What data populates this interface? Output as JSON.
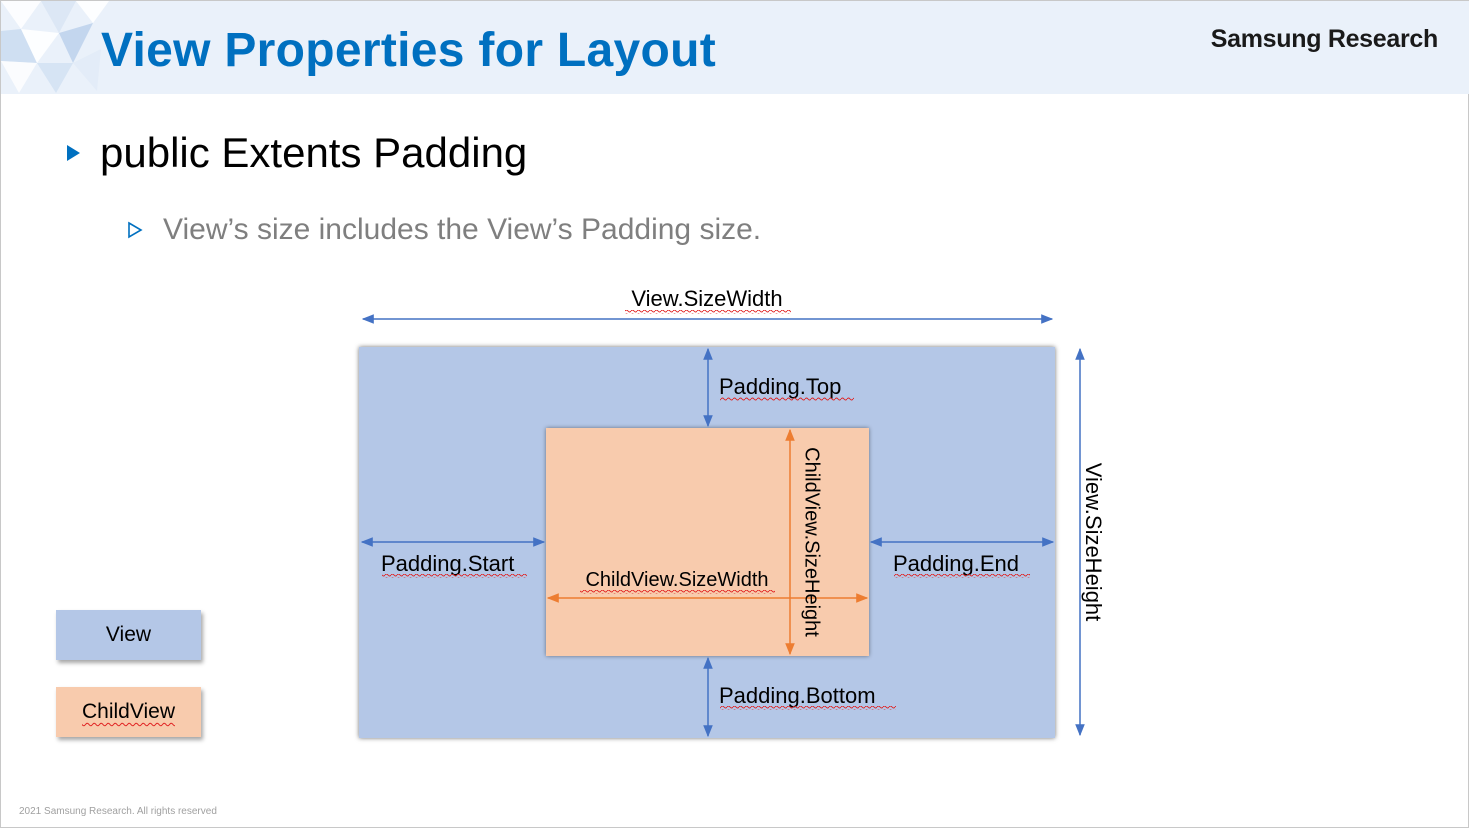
{
  "slide": {
    "title": "View Properties for Layout",
    "brand": "Samsung Research",
    "bullet_main": "public Extents Padding",
    "bullet_sub": "View’s size includes the View’s Padding size.",
    "footer": "2021 Samsung Research. All rights reserved"
  },
  "diagram": {
    "labels": {
      "view_width": "View.SizeWidth",
      "view_height": "View.SizeHeight",
      "padding_top": "Padding.Top",
      "padding_bottom": "Padding.Bottom",
      "padding_start": "Padding.Start",
      "padding_end": "Padding.End",
      "child_width": "ChildView.SizeWidth",
      "child_height": "ChildView.SizeHeight"
    },
    "legend": {
      "view": "View",
      "child": "ChildView"
    }
  },
  "colors": {
    "title": "#0070c0",
    "view_fill": "#b4c7e7",
    "child_fill": "#f8cbad",
    "view_arrow": "#4472c4",
    "child_arrow": "#ed7d31"
  }
}
